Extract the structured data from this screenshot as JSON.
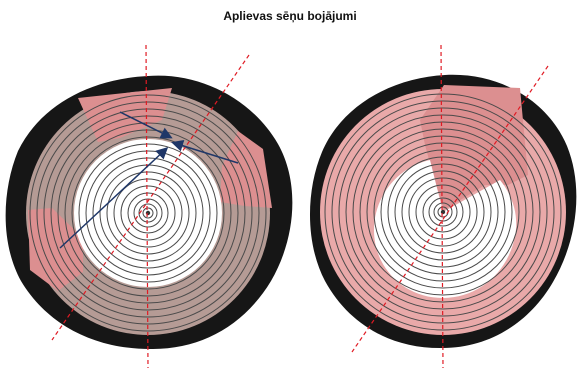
{
  "title": "Aplievas sēņu bojājumi",
  "colors": {
    "bark": "#161616",
    "decay": "#dc8f90",
    "decay_light": "#e9a9a9",
    "sapwood_brown": "#b59b95",
    "ring_stroke": "#4a4a4a",
    "pith_line": "#e01b24",
    "arrow": "#1f3768",
    "heartwood": "#ffffff"
  },
  "logs": [
    {
      "name": "left-log"
    },
    {
      "name": "right-log"
    }
  ]
}
